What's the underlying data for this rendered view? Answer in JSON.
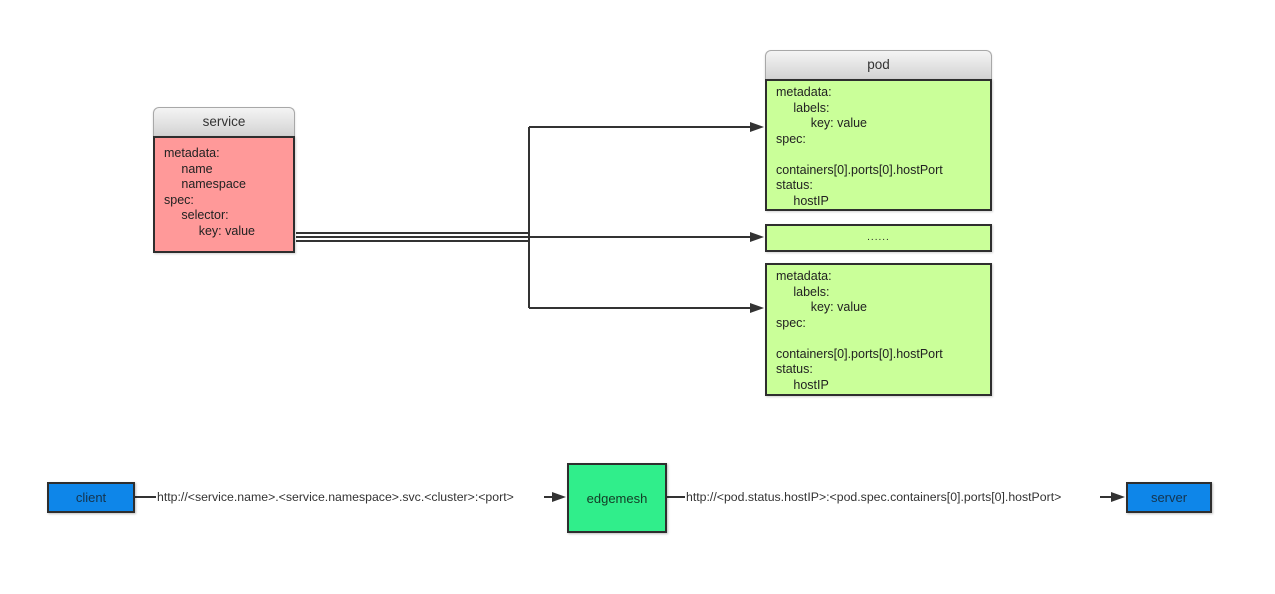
{
  "colors": {
    "service_fill": "#ff9999",
    "pod_fill": "#caff99",
    "edgemesh_fill": "#30ee8b",
    "endpoint_fill": "#0e86e9",
    "box_border": "#2e2e2e",
    "header_border": "#a8a8a8",
    "line": "#333333",
    "text": "#333333"
  },
  "service_box": {
    "title": "service",
    "body": "metadata:\n     name\n     namespace\nspec:\n     selector:\n          key: value"
  },
  "pod_box": {
    "title": "pod",
    "body": "metadata:\n     labels:\n          key: value\nspec:\n\ncontainers[0].ports[0].hostPort\nstatus:\n     hostIP"
  },
  "ellipsis_box": {
    "label": "......"
  },
  "pod_box_2": {
    "body": "metadata:\n     labels:\n          key: value\nspec:\n\ncontainers[0].ports[0].hostPort\nstatus:\n     hostIP"
  },
  "flow": {
    "client_label": "client",
    "edgemesh_label": "edgemesh",
    "server_label": "server",
    "service_url": "http://<service.name>.<service.namespace>.svc.<cluster>:<port>",
    "pod_url": "http://<pod.status.hostIP>:<pod.spec.containers[0].ports[0].hostPort>"
  }
}
